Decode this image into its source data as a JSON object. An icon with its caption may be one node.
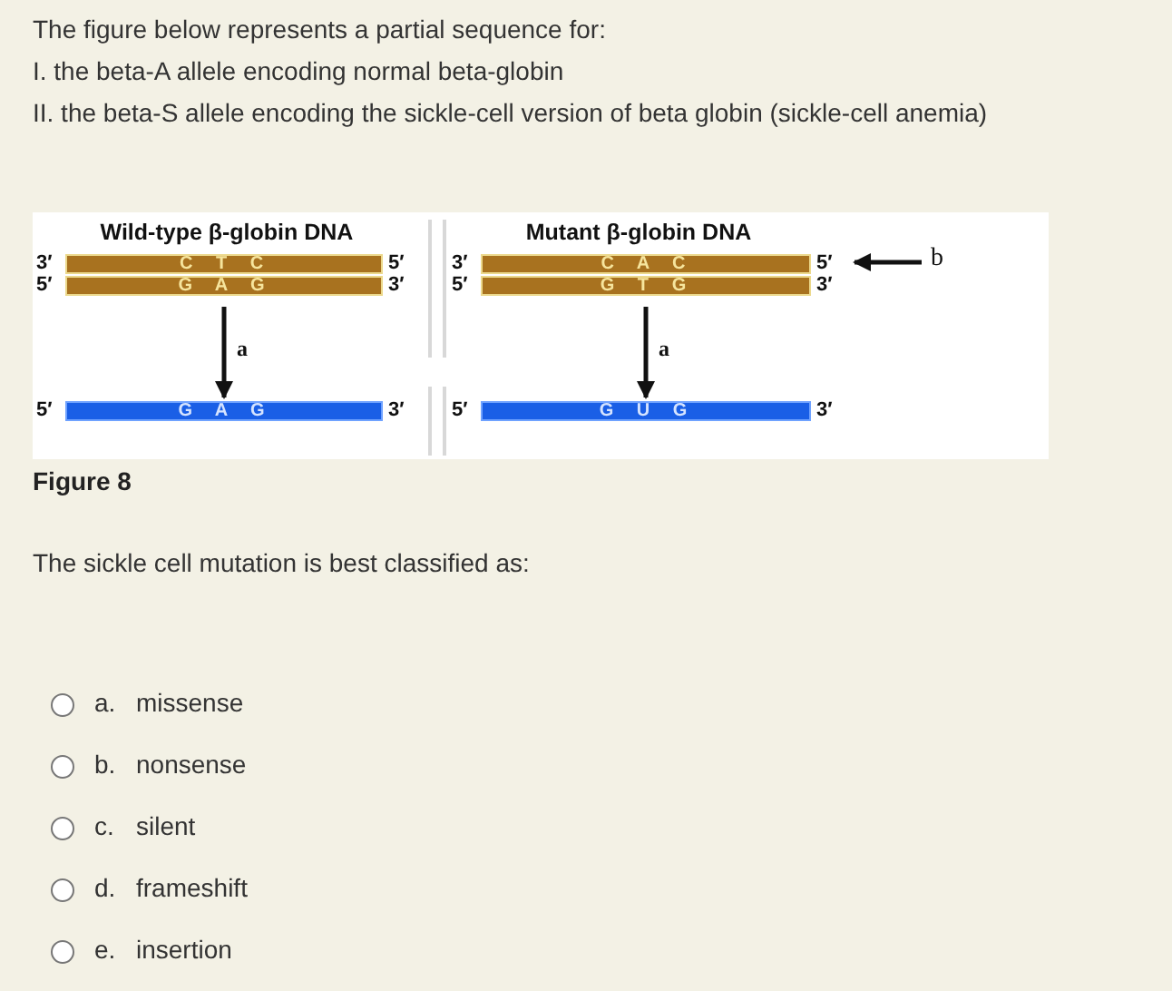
{
  "diagram": {
    "caption": "Figure 8",
    "nodes": [
      {
        "text": [
          "Wild-type β-globin DNA"
        ]
      },
      {
        "text": [
          "C T C"
        ],
        "in": 0,
        "beside": [
          "3′",
          "5′"
        ]
      },
      {
        "text": [
          "G A G"
        ],
        "in": 0,
        "beside": [
          "5′",
          "3′"
        ]
      },
      {
        "text": [
          "G A G"
        ],
        "in": 0,
        "beside": [
          "5′",
          "3′"
        ]
      },
      {
        "text": [
          "Mutant β-globin DNA"
        ]
      },
      {
        "text": [
          "C A C"
        ],
        "in": 4,
        "beside": [
          "3′",
          "5′"
        ]
      },
      {
        "text": [
          "G T G"
        ],
        "in": 4,
        "beside": [
          "5′",
          "3′"
        ]
      },
      {
        "text": [
          "G U G"
        ],
        "in": 4,
        "beside": [
          "5′",
          "3′"
        ]
      },
      {
        "text": [
          "b"
        ]
      }
    ],
    "edges": [
      {
        "from": 2,
        "to": 3,
        "arrow": "to",
        "label": "a"
      },
      {
        "from": 6,
        "to": 7,
        "arrow": "to",
        "label": "a"
      },
      {
        "from": 8,
        "to": 5,
        "arrow": "to"
      }
    ],
    "labels": [
      "The figure below represents a partial sequence for:",
      "I. the beta-A allele encoding normal beta-globin",
      "II. the beta-S allele encoding the sickle-cell version of beta globin (sickle-cell anemia)",
      "The sickle cell mutation is best classified as:",
      "a.",
      "missense",
      "b.",
      "nonsense",
      "c.",
      "silent",
      "d.",
      "frameshift",
      "e.",
      "insertion"
    ]
  }
}
